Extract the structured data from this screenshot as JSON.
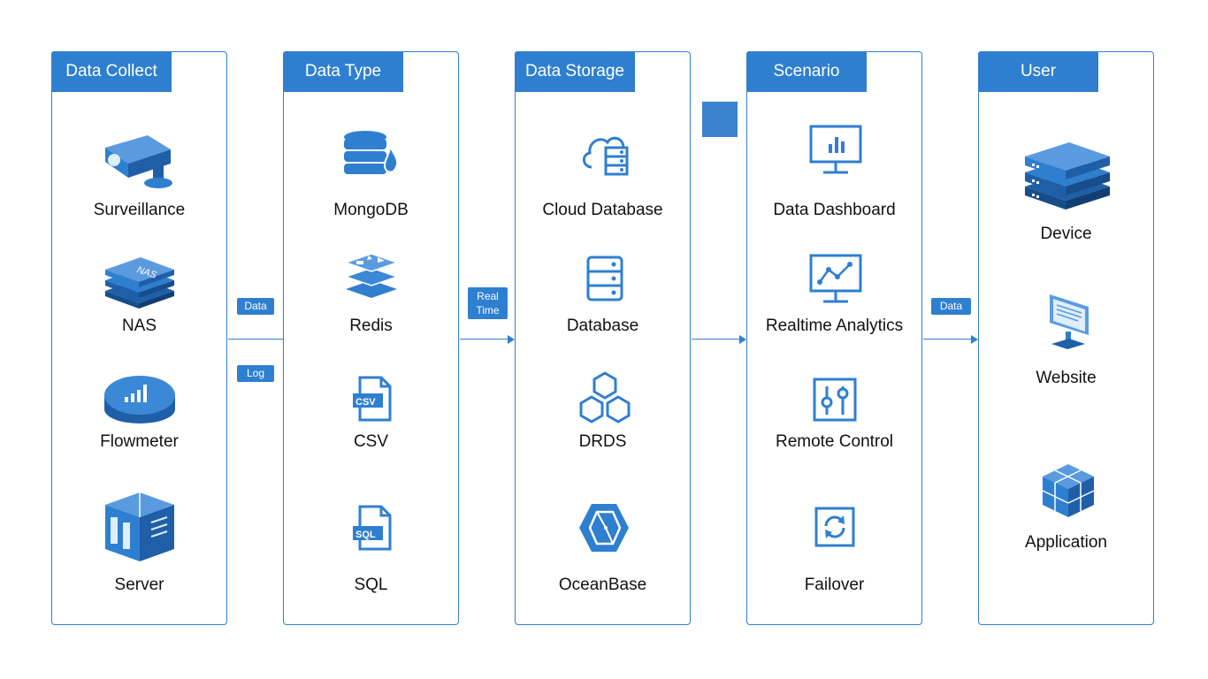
{
  "columns": [
    {
      "title": "Data Collect",
      "items": [
        {
          "label": "Surveillance",
          "icon": "surveillance-camera-icon"
        },
        {
          "label": "NAS",
          "icon": "nas-icon"
        },
        {
          "label": "Flowmeter",
          "icon": "flowmeter-icon"
        },
        {
          "label": "Server",
          "icon": "server-icon"
        }
      ]
    },
    {
      "title": "Data Type",
      "items": [
        {
          "label": "MongoDB",
          "icon": "mongodb-icon"
        },
        {
          "label": "Redis",
          "icon": "redis-icon"
        },
        {
          "label": "CSV",
          "icon": "csv-file-icon"
        },
        {
          "label": "SQL",
          "icon": "sql-file-icon"
        }
      ]
    },
    {
      "title": "Data Storage",
      "items": [
        {
          "label": "Cloud Database",
          "icon": "cloud-database-icon"
        },
        {
          "label": "Database",
          "icon": "database-icon"
        },
        {
          "label": "DRDS",
          "icon": "drds-icon"
        },
        {
          "label": "OceanBase",
          "icon": "oceanbase-icon"
        }
      ]
    },
    {
      "title": "Scenario",
      "items": [
        {
          "label": "Data Dashboard",
          "icon": "dashboard-icon"
        },
        {
          "label": "Realtime Analytics",
          "icon": "analytics-icon"
        },
        {
          "label": "Remote Control",
          "icon": "remote-control-icon"
        },
        {
          "label": "Failover",
          "icon": "failover-icon"
        }
      ]
    },
    {
      "title": "User",
      "items": [
        {
          "label": "Device",
          "icon": "device-icon"
        },
        {
          "label": "Website",
          "icon": "website-icon"
        },
        {
          "label": "Application",
          "icon": "application-icon"
        }
      ]
    }
  ],
  "connectors": {
    "c1": {
      "labels": [
        "Data",
        "Log"
      ]
    },
    "c2": {
      "labels": [
        "Real",
        "Time"
      ]
    },
    "c4": {
      "labels": [
        "Data"
      ]
    }
  },
  "colors": {
    "accent": "#2f7fd0",
    "text": "#111111"
  }
}
